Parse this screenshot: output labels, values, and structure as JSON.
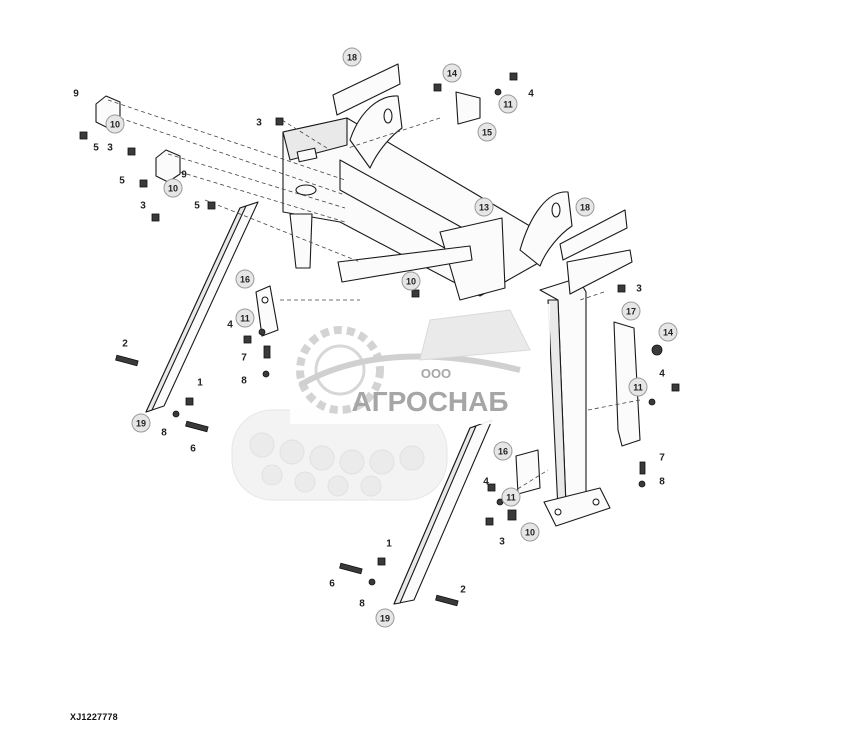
{
  "figure_id": "XJ1227778",
  "watermark": {
    "line1": "ООО",
    "line2": "АГРОСНАБ"
  },
  "callouts": [
    {
      "id": "c18a",
      "label": "18"
    },
    {
      "id": "c14a",
      "label": "14"
    },
    {
      "id": "c11a",
      "label": "11"
    },
    {
      "id": "c4a",
      "label": "4"
    },
    {
      "id": "c15",
      "label": "15"
    },
    {
      "id": "c9a",
      "label": "9"
    },
    {
      "id": "c10a",
      "label": "10"
    },
    {
      "id": "c3a",
      "label": "3"
    },
    {
      "id": "c5a",
      "label": "5"
    },
    {
      "id": "c3b",
      "label": "3"
    },
    {
      "id": "c9b",
      "label": "9"
    },
    {
      "id": "c5b",
      "label": "5"
    },
    {
      "id": "c10b",
      "label": "10"
    },
    {
      "id": "c3c",
      "label": "3"
    },
    {
      "id": "c5c",
      "label": "5"
    },
    {
      "id": "c13",
      "label": "13"
    },
    {
      "id": "c18b",
      "label": "18"
    },
    {
      "id": "c16a",
      "label": "16"
    },
    {
      "id": "c10c",
      "label": "10"
    },
    {
      "id": "c3d",
      "label": "3"
    },
    {
      "id": "c11b",
      "label": "11"
    },
    {
      "id": "c4b",
      "label": "4"
    },
    {
      "id": "c17",
      "label": "17"
    },
    {
      "id": "c14b",
      "label": "14"
    },
    {
      "id": "c2a",
      "label": "2"
    },
    {
      "id": "c7a",
      "label": "7"
    },
    {
      "id": "c8a",
      "label": "8"
    },
    {
      "id": "c1a",
      "label": "1"
    },
    {
      "id": "c19a",
      "label": "19"
    },
    {
      "id": "c8b",
      "label": "8"
    },
    {
      "id": "c6a",
      "label": "6"
    },
    {
      "id": "c11c",
      "label": "11"
    },
    {
      "id": "c4c",
      "label": "4"
    },
    {
      "id": "c16b",
      "label": "16"
    },
    {
      "id": "c7b",
      "label": "7"
    },
    {
      "id": "c8c",
      "label": "8"
    },
    {
      "id": "c4d",
      "label": "4"
    },
    {
      "id": "c11d",
      "label": "11"
    },
    {
      "id": "c3e",
      "label": "3"
    },
    {
      "id": "c10d",
      "label": "10"
    },
    {
      "id": "c1b",
      "label": "1"
    },
    {
      "id": "c6b",
      "label": "6"
    },
    {
      "id": "c8d",
      "label": "8"
    },
    {
      "id": "c2b",
      "label": "2"
    },
    {
      "id": "c19b",
      "label": "19"
    }
  ]
}
